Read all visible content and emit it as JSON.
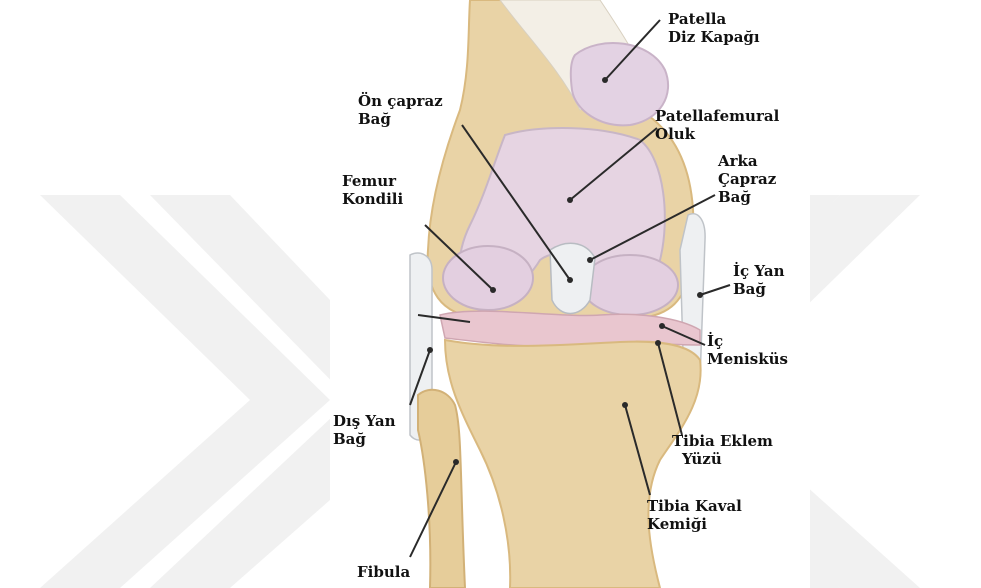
{
  "labels": {
    "patella": {
      "line1": "Patella",
      "line2": "Diz Kapağı"
    },
    "on_capraz": {
      "line1": "Ön çapraz",
      "line2": "Bağ"
    },
    "patellafemural": {
      "line1": "Patellafemural",
      "line2": "Oluk"
    },
    "arka_capraz": {
      "line1": "Arka",
      "line2": "Çapraz",
      "line3": "Bağ"
    },
    "femur_kondili": {
      "line1": "Femur",
      "line2": "Kondili"
    },
    "ic_yan_bag": {
      "line1": "İç Yan",
      "line2": "Bağ"
    },
    "ic_menisku": {
      "line1": "İç",
      "line2": "Menisküs"
    },
    "dis_yan_bag": {
      "line1": "Dış Yan",
      "line2": "Bağ"
    },
    "tibia_eklem": {
      "line1": "Tibia Eklem",
      "line2": "Yüzü"
    },
    "tibia_kaval": {
      "line1": "Tibia Kaval",
      "line2": "Kemiği"
    },
    "fibula": {
      "line1": "Fibula"
    }
  },
  "colors": {
    "watermark": "#f1f1f1",
    "bone": "#e9d3a6",
    "bone_shade": "#d9b97f",
    "cartilage": "#e6d4e2",
    "ligament": "#eef0f2",
    "meniscus": "#e9c6cf",
    "leader": "#2a2a2a"
  }
}
